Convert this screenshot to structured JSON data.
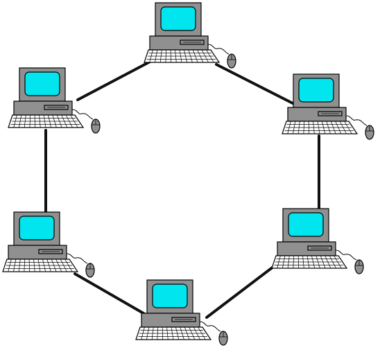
{
  "diagram": {
    "topology": "ring",
    "nodes": [
      {
        "id": "computer-top",
        "icon": "desktop-computer-icon"
      },
      {
        "id": "computer-upper-right",
        "icon": "desktop-computer-icon"
      },
      {
        "id": "computer-lower-right",
        "icon": "desktop-computer-icon"
      },
      {
        "id": "computer-bottom",
        "icon": "desktop-computer-icon"
      },
      {
        "id": "computer-lower-left",
        "icon": "desktop-computer-icon"
      },
      {
        "id": "computer-upper-left",
        "icon": "desktop-computer-icon"
      }
    ],
    "links": [
      {
        "from": "computer-top",
        "to": "computer-upper-right"
      },
      {
        "from": "computer-upper-right",
        "to": "computer-lower-right"
      },
      {
        "from": "computer-lower-right",
        "to": "computer-bottom"
      },
      {
        "from": "computer-bottom",
        "to": "computer-lower-left"
      },
      {
        "from": "computer-lower-left",
        "to": "computer-upper-left"
      },
      {
        "from": "computer-upper-left",
        "to": "computer-top"
      }
    ],
    "colors": {
      "screen": "#00e5ee",
      "case": "#909090",
      "outline": "#000000",
      "link": "#111111",
      "background": "#ffffff"
    }
  }
}
